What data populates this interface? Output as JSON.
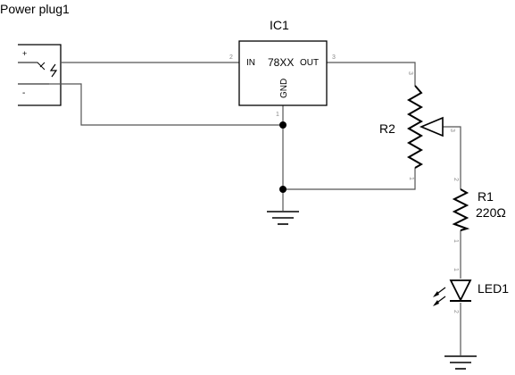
{
  "colors": {
    "wire": "#555555",
    "component": "#000000",
    "pin_label": "#888888",
    "background": "#ffffff"
  },
  "power_plug": {
    "name": "Power plug1",
    "plus": "+",
    "minus": "-"
  },
  "regulator": {
    "name": "IC1",
    "part": "78XX",
    "pin_in": "IN",
    "pin_out": "OUT",
    "pin_gnd": "GND",
    "pin_in_num": "2",
    "pin_out_num": "3",
    "pin_gnd_num": "1"
  },
  "potentiometer": {
    "name": "R2",
    "pin_top": "3",
    "pin_wiper": "3",
    "pin_bottom": "1"
  },
  "resistor": {
    "name": "R1",
    "value": "220Ω",
    "pin_top": "2",
    "pin_bottom": "1"
  },
  "led": {
    "name": "LED1",
    "pin_top": "1",
    "pin_bottom": "2"
  },
  "icons": [
    "ground-symbol-icon",
    "junction-dot-icon",
    "led-emission-arrows-icon",
    "power-plug-icon"
  ]
}
